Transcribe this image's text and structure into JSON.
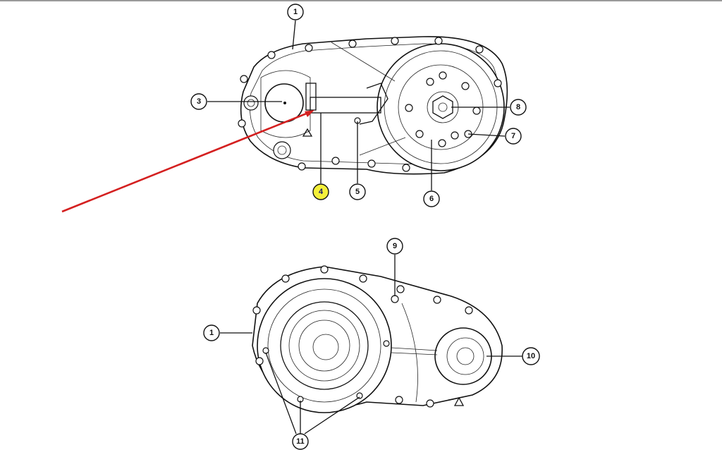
{
  "diagram": {
    "top_view": {
      "callouts": [
        {
          "label": "1"
        },
        {
          "label": "3"
        },
        {
          "label": "4",
          "highlighted": true
        },
        {
          "label": "5"
        },
        {
          "label": "6"
        },
        {
          "label": "7"
        },
        {
          "label": "8"
        }
      ]
    },
    "bottom_view": {
      "callouts": [
        {
          "label": "9"
        },
        {
          "label": "1"
        },
        {
          "label": "10"
        },
        {
          "label": "11"
        }
      ]
    },
    "colors": {
      "arrow": "#d42020",
      "highlight": "#f4f03a"
    }
  }
}
